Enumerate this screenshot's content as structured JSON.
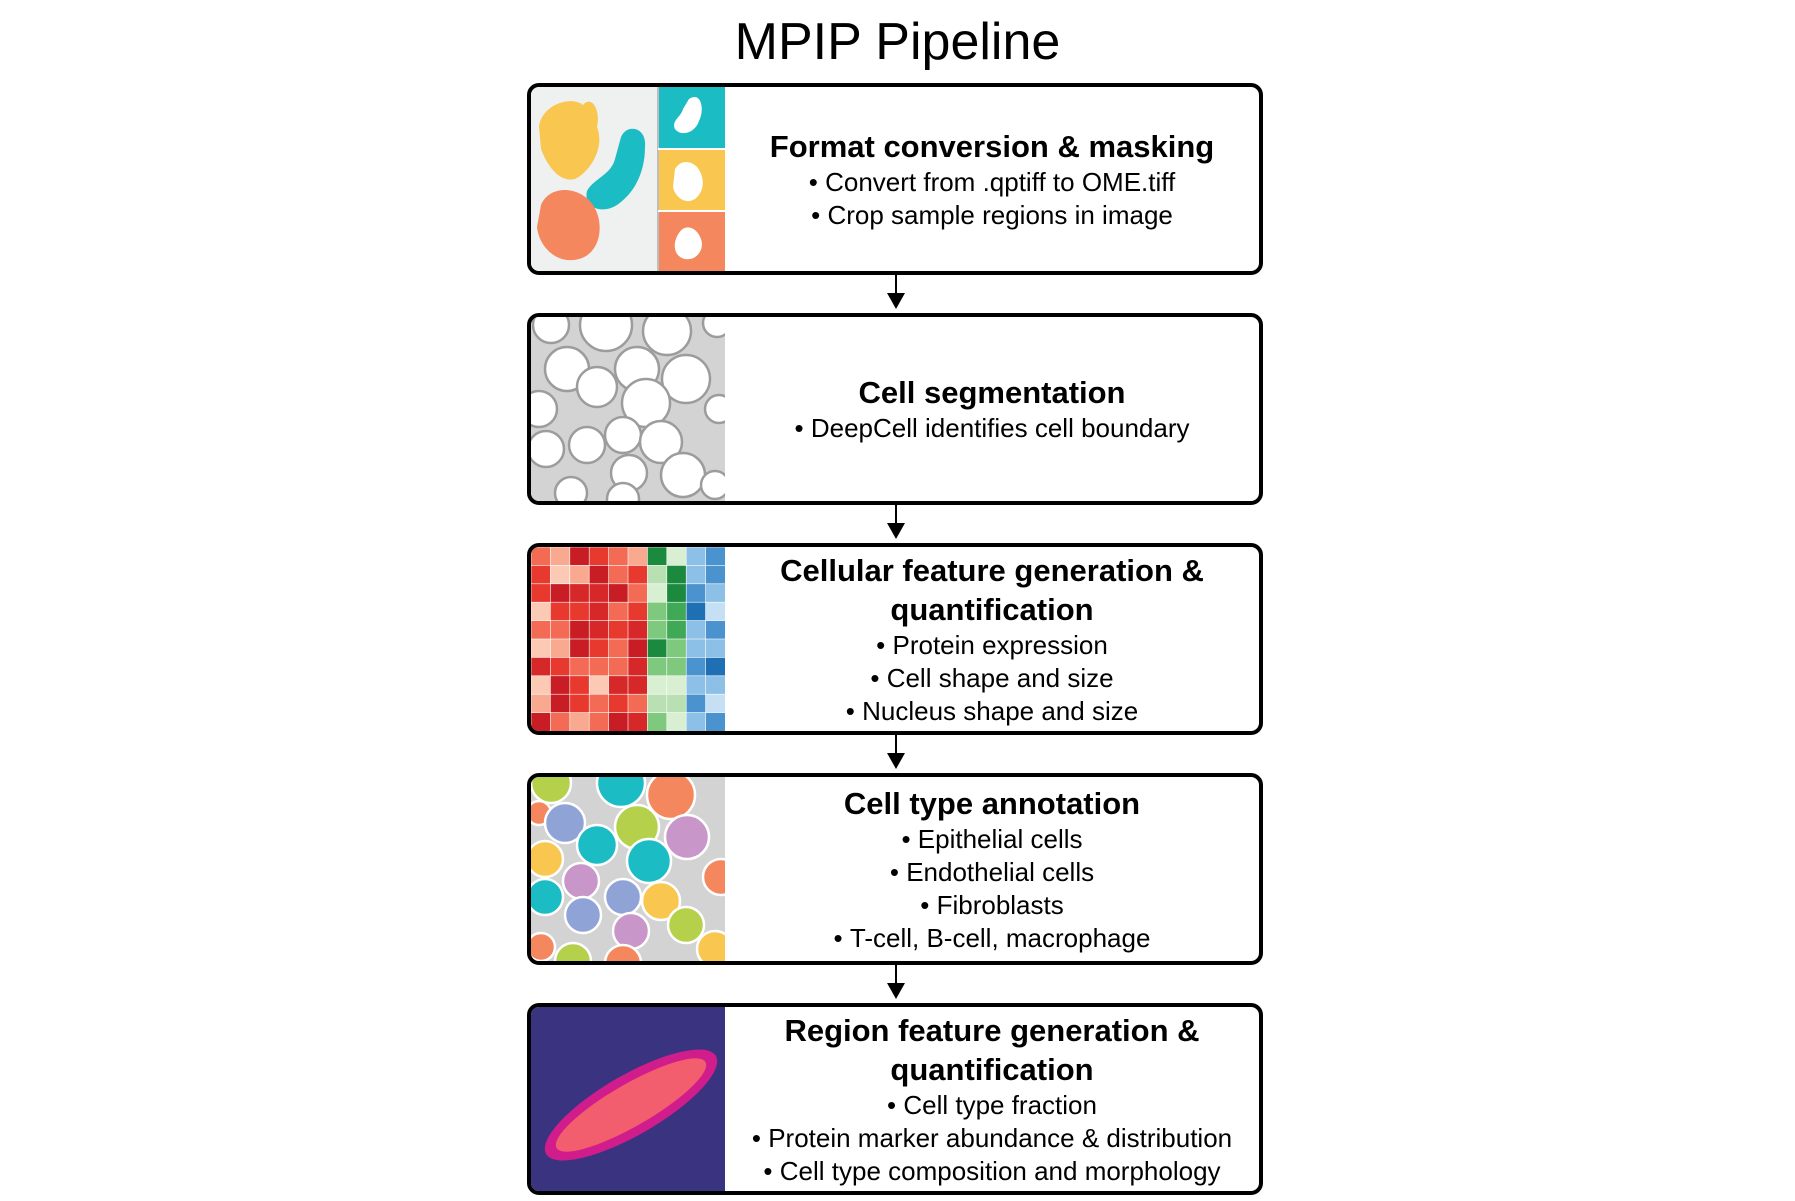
{
  "title": "MPIP Pipeline",
  "stages": [
    {
      "title": "Format conversion & masking",
      "bullets": [
        "Convert from .qptiff to OME.tiff",
        "Crop sample regions in image"
      ]
    },
    {
      "title": "Cell segmentation",
      "bullets": [
        "DeepCell identifies cell boundary"
      ]
    },
    {
      "title": "Cellular feature generation & quantification",
      "bullets": [
        "Protein expression",
        "Cell shape and size",
        "Nucleus shape and size"
      ]
    },
    {
      "title": "Cell type annotation",
      "bullets": [
        "Epithelial cells",
        "Endothelial cells",
        "Fibroblasts",
        "T-cell, B-cell, macrophage"
      ]
    },
    {
      "title": "Region feature generation & quantification",
      "bullets": [
        "Cell type fraction",
        "Protein marker abundance & distribution",
        "Cell type composition and morphology"
      ]
    }
  ],
  "colors": {
    "yellow": "#f9c74f",
    "teal": "#1bbcc4",
    "orange": "#f5875f",
    "navy": "#3a3380",
    "pink": "#f25e6e",
    "magenta": "#d11c8c",
    "gray": "#d3d3d3"
  }
}
